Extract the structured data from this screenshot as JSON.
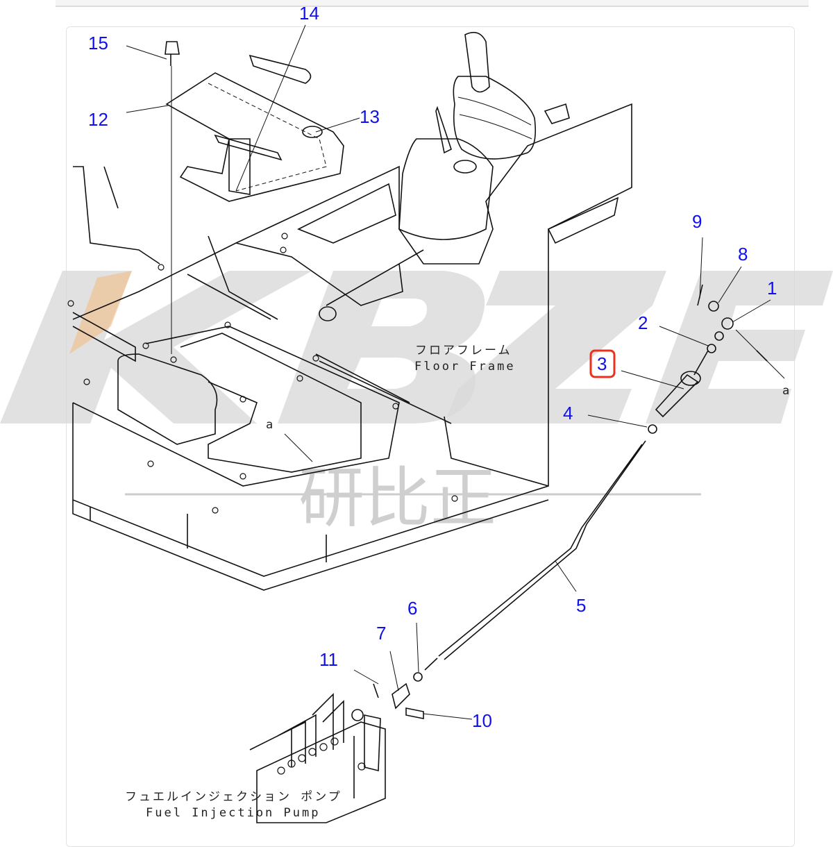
{
  "watermark": {
    "brand": "KBZE",
    "chinese": "研比正",
    "accent_color": "#f5b874"
  },
  "annotations": {
    "floor_frame_jp": "フロアフレーム",
    "floor_frame_en": "Floor Frame",
    "pump_jp": "フュエルインジェクション ポンプ",
    "pump_en": "Fuel Injection Pump",
    "ref_a": "a"
  },
  "callouts": [
    {
      "id": "15"
    },
    {
      "id": "14"
    },
    {
      "id": "12"
    },
    {
      "id": "13"
    },
    {
      "id": "9"
    },
    {
      "id": "8"
    },
    {
      "id": "1"
    },
    {
      "id": "2"
    },
    {
      "id": "3",
      "highlighted": true
    },
    {
      "id": "4"
    },
    {
      "id": "5"
    },
    {
      "id": "6"
    },
    {
      "id": "7"
    },
    {
      "id": "11"
    },
    {
      "id": "10"
    }
  ],
  "colors": {
    "callout": "#1010ee",
    "highlight": "#e8321e"
  }
}
